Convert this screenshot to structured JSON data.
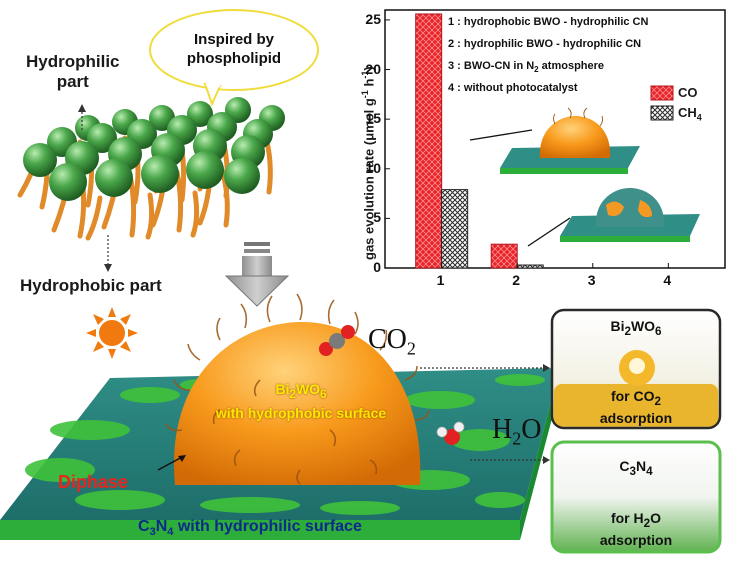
{
  "labels": {
    "hydrophilic_line1": "Hydrophilic",
    "hydrophilic_line2": "part",
    "hydrophobic": "Hydrophobic part",
    "bubble_line1": "Inspired by",
    "bubble_line2": "phospholipid",
    "co2": "CO",
    "co2_sub": "2",
    "h2o_a": "H",
    "h2o_sub": "2",
    "h2o_b": "O",
    "bwo_name": "Bi",
    "bwo_sub1": "2",
    "bwo_mid": "WO",
    "bwo_sub2": "6",
    "bwo_desc": "with hydrophobic surface",
    "diphase": "Diphase",
    "cn_c": "C",
    "cn_sub1": "3",
    "cn_n": "N",
    "cn_sub2": "4",
    "cn_desc": " with hydrophilic surface"
  },
  "panels": {
    "bwo": {
      "t1": "Bi",
      "s1": "2",
      "t2": "WO",
      "s2": "6",
      "d1": "for CO",
      "ds": "2",
      "d2": "adsorption"
    },
    "cn": {
      "t1": "C",
      "s1": "3",
      "t2": "N",
      "s2": "4",
      "d1": "for H",
      "ds": "2",
      "d2": "O",
      "d3": "adsorption"
    }
  },
  "colors": {
    "co": "#e8232a",
    "ch4": "#3a3a3a",
    "bwo_orange": "#f79a1e",
    "cn_green": "#3fbf3a",
    "cn_teal": "#1d7d7a",
    "lipid_head": "#3e9a3e",
    "lipid_tail": "#e08a2a",
    "sun": "#f07a10"
  },
  "chart_data": {
    "type": "bar",
    "categories": [
      "1",
      "2",
      "3",
      "4"
    ],
    "ylabel": "gas evolution rate (μmol g",
    "ylabel_sup1": "-1",
    "ylabel_mid": " h",
    "ylabel_sup2": "-1",
    "ylabel_end": ")",
    "ylim": [
      0,
      26
    ],
    "yticks": [
      "0",
      "5",
      "10",
      "15",
      "20",
      "25"
    ],
    "ytick_values": [
      0,
      5,
      10,
      15,
      20,
      25
    ],
    "series": [
      {
        "name": "CO",
        "values": [
          25.6,
          2.4,
          0,
          0
        ]
      },
      {
        "name": "CH",
        "name_sub": "4",
        "values": [
          7.9,
          0.3,
          0,
          0
        ]
      }
    ],
    "legend_entries": [
      "1 : hydrophobic BWO - hydrophilic CN",
      "2 : hydrophilic BWO - hydrophilic CN",
      "4 : without photocatalyst"
    ],
    "legend_entry3_a": "3 : BWO-CN in N",
    "legend_entry3_sub": "2",
    "legend_entry3_b": " atmosphere"
  }
}
